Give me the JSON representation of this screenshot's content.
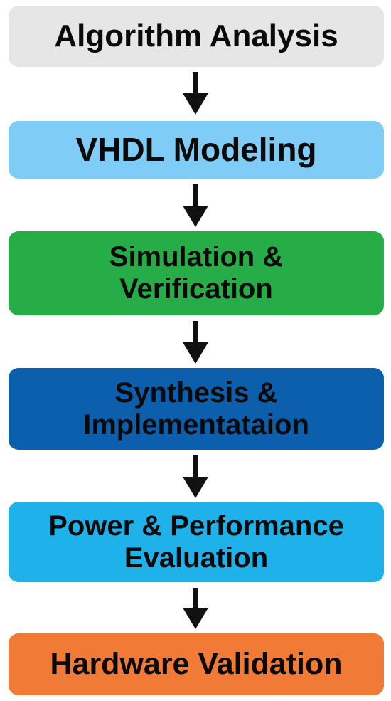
{
  "flowchart": {
    "steps": [
      {
        "label": "Algorithm Analysis",
        "color": "#e6e6e6"
      },
      {
        "label": "VHDL Modeling",
        "color": "#7fcdf6"
      },
      {
        "label": "Simulation &\nVerification",
        "color": "#27ad48"
      },
      {
        "label": "Synthesis &\nImplementataion",
        "color": "#0b5fad"
      },
      {
        "label": "Power & Performance\nEvaluation",
        "color": "#1fb2ea"
      },
      {
        "label": "Hardware Validation",
        "color": "#f07a36"
      }
    ],
    "arrow_color": "#111111",
    "arrow_icon": "arrow-down-icon"
  }
}
